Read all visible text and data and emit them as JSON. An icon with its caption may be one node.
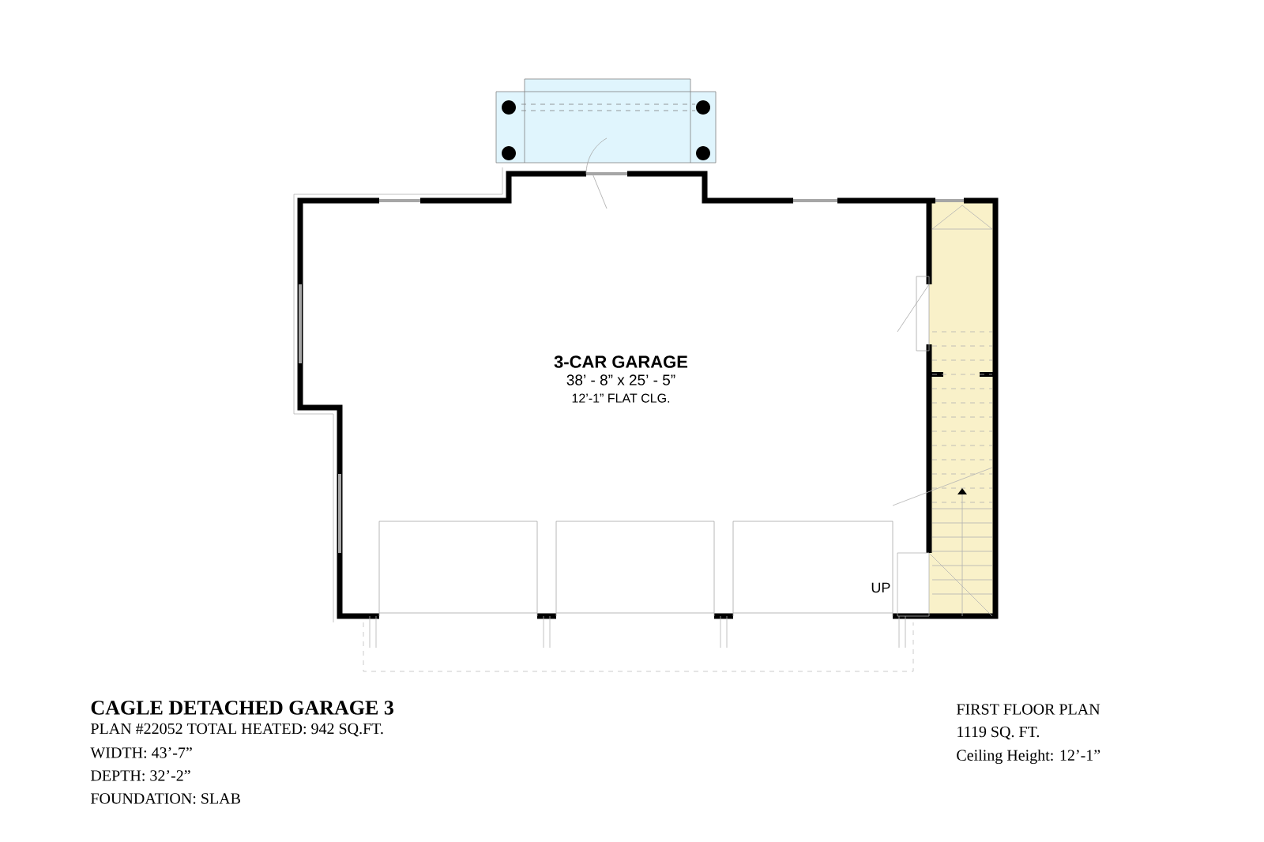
{
  "diagram": {
    "title": "CAGLE DETACHED GARAGE 3",
    "nodes": [
      {
        "text": [
          "3-CAR GARAGE",
          "38’ - 8” x 25’ - 5”",
          "12’-1” FLAT CLG."
        ]
      }
    ],
    "labels": [
      "UP",
      "PLAN #22052 TOTAL HEATED: 942 SQ.FT.",
      "WIDTH: 43’-7”",
      "DEPTH: 32’-2”",
      "FOUNDATION: SLAB",
      "FIRST FLOOR PLAN",
      "1119 SQ. FT.",
      "Ceiling Height: 12’-1”"
    ]
  }
}
